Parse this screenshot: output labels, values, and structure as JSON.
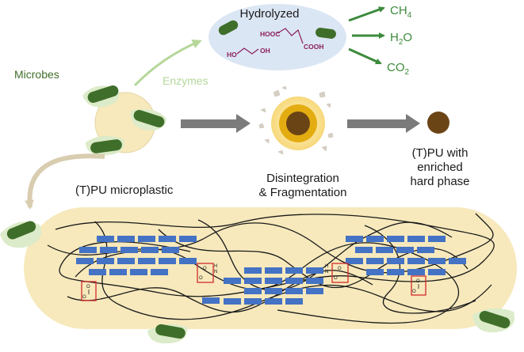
{
  "labels": {
    "hydrolyzed": "Hydrolyzed",
    "microbes": "Microbes",
    "enzymes": "Enzymes",
    "tpu_microplastic": "(T)PU microplastic",
    "disintegration_line1": "Disintegration",
    "disintegration_line2": "& Fragmentation",
    "tpu_enriched_line1": "(T)PU with",
    "tpu_enriched_line2": "enriched",
    "tpu_enriched_line3": "hard phase"
  },
  "chemicals": {
    "ch4": "CH",
    "ch4_sub": "4",
    "h2o_h": "H",
    "h2o_sub": "2",
    "h2o_o": "O",
    "co2": "CO",
    "co2_sub": "2",
    "hooc": "HOOC",
    "cooh": "COOH",
    "ho": "HO",
    "oh": "OH"
  },
  "bond_labels": {
    "o": "O",
    "nh": "N",
    "h": "H"
  },
  "colors": {
    "microbe_green": "#3f6e2a",
    "microbe_halo": "#dcebc9",
    "enzyme_green": "#b5d79a",
    "hydrolyzed_blue": "#dbe6f4",
    "product_green": "#3c8a3c",
    "molecule_purple": "#8b1e5c",
    "particle_cream": "#f7e9bc",
    "arrow_gray": "#7b7b7b",
    "hard_segment_blue": "#4472c4",
    "highlight_red": "#d22b2b",
    "brown_particle": "#6b4416",
    "gold_particle": "#e3ad12"
  }
}
